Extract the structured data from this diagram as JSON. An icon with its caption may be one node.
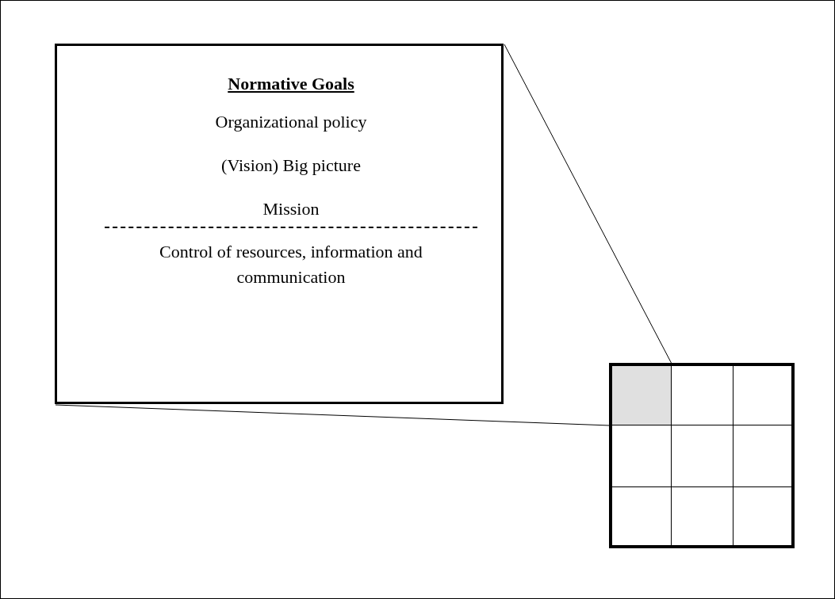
{
  "diagram": {
    "nodes": [
      {
        "text": [
          "Normative Goals",
          "Organizational policy",
          "(Vision) Big picture",
          "Mission",
          "Control of resources, information and communication"
        ]
      },
      {
        "text": [],
        "shape": "box"
      },
      {
        "text": [],
        "shape": "box",
        "in": 1
      },
      {
        "text": [],
        "shape": "box",
        "in": 1
      },
      {
        "text": [],
        "shape": "box",
        "in": 1
      },
      {
        "text": [],
        "shape": "box",
        "in": 1
      },
      {
        "text": [],
        "shape": "box",
        "in": 1
      },
      {
        "text": [],
        "shape": "box",
        "in": 1
      },
      {
        "text": [],
        "shape": "box",
        "in": 1
      },
      {
        "text": [],
        "shape": "box",
        "in": 1
      },
      {
        "text": [],
        "shape": "box",
        "in": 1
      }
    ],
    "edges": [
      {
        "from": 0,
        "to": 2,
        "arrow": "none"
      },
      {
        "from": 0,
        "to": 2,
        "arrow": "none"
      }
    ]
  }
}
